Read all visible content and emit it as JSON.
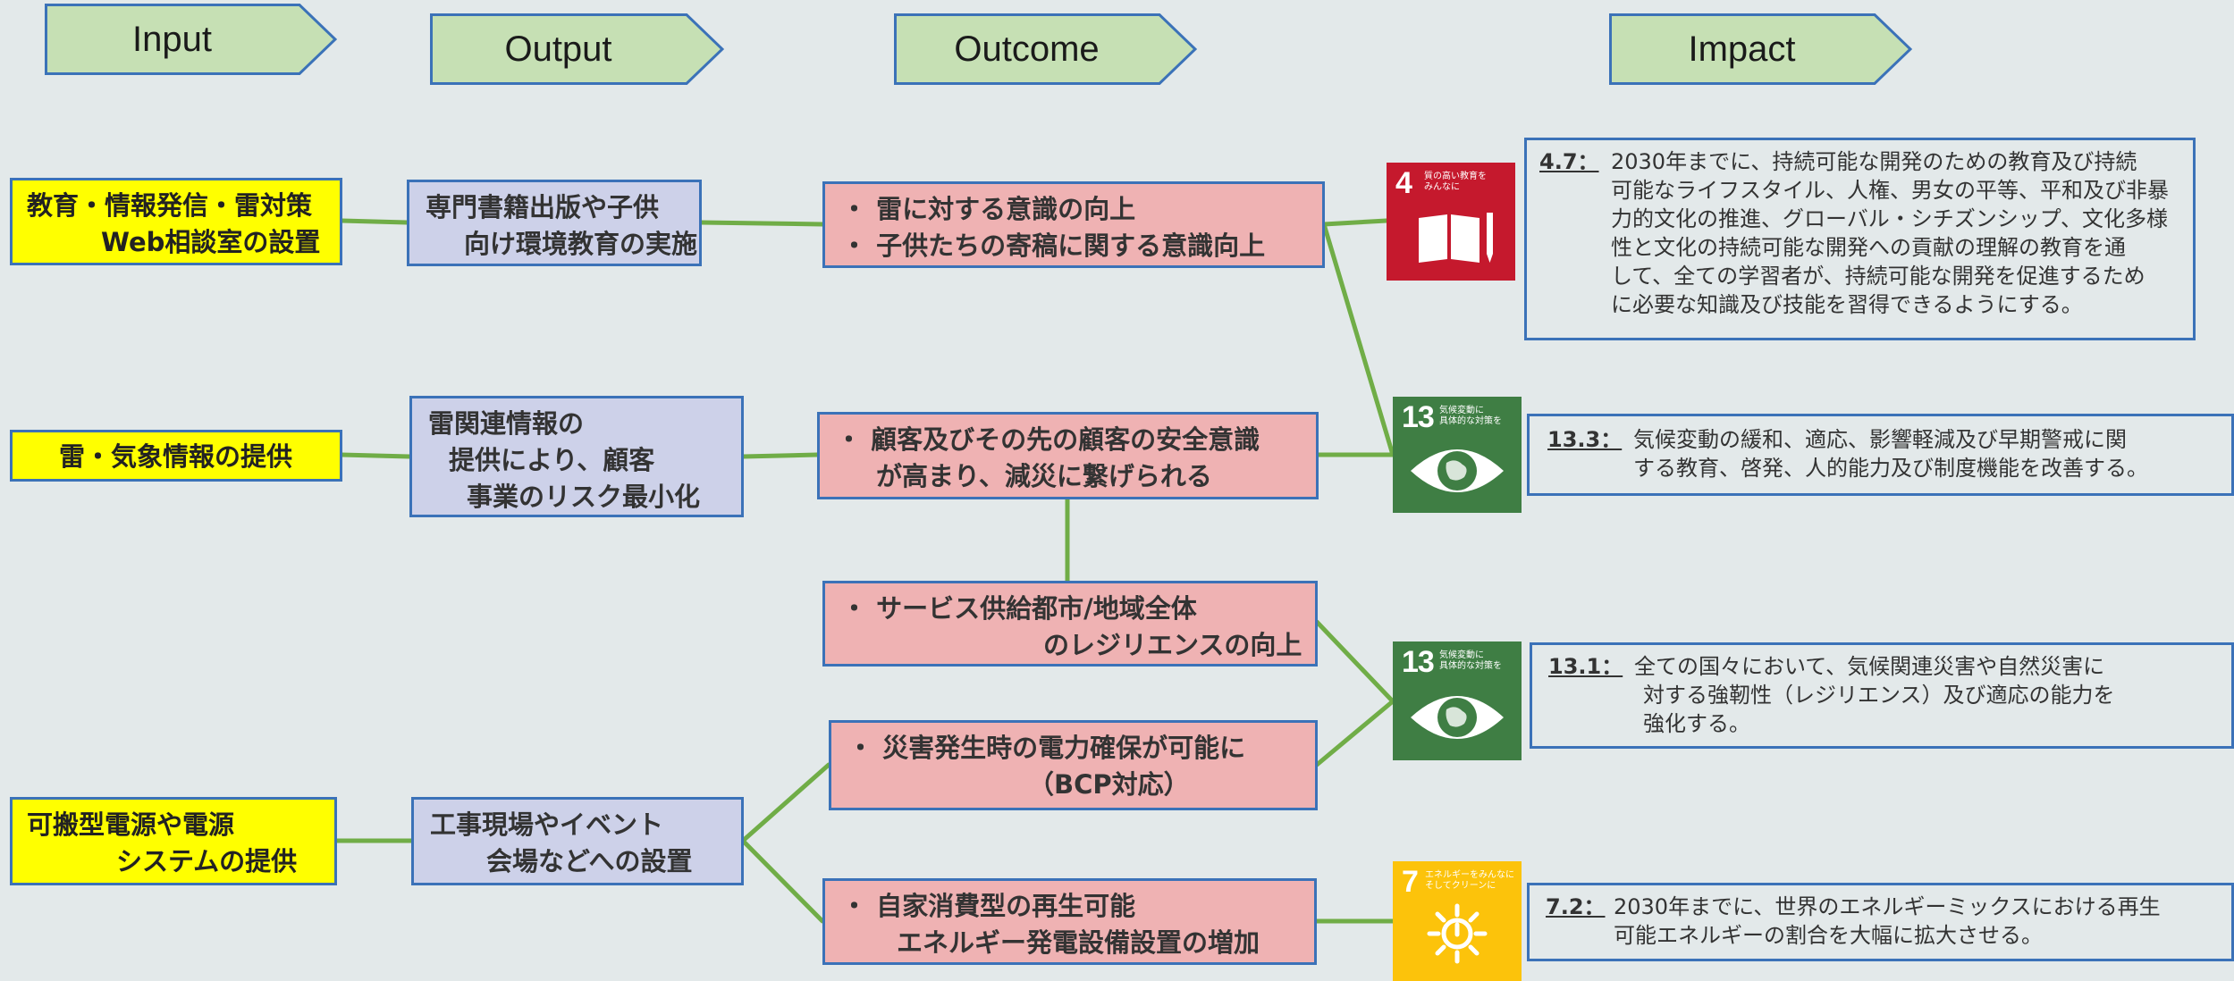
{
  "headers": {
    "input": "Input",
    "output": "Output",
    "outcome": "Outcome",
    "impact": "Impact"
  },
  "inputs": [
    {
      "lines": [
        "教育・情報発信・雷対策",
        "Web相談室の設置"
      ]
    },
    {
      "lines": [
        "雷・気象情報の提供"
      ]
    },
    {
      "lines": [
        "可搬型電源や電源",
        "システムの提供"
      ]
    }
  ],
  "outputs": [
    {
      "lines": [
        "専門書籍出版や子供",
        "向け環境教育の実施"
      ]
    },
    {
      "lines": [
        "雷関連情報の",
        "提供により、顧客",
        "事業のリスク最小化"
      ]
    },
    {
      "lines": [
        "工事現場やイベント",
        "会場などへの設置"
      ]
    }
  ],
  "outcomes": [
    {
      "lines": [
        "・ 雷に対する意識の向上",
        "・ 子供たちの寄稿に関する意識向上"
      ]
    },
    {
      "lines": [
        "・ 顧客及びその先の顧客の安全意識",
        "が高まり、減災に繋げられる"
      ]
    },
    {
      "lines": [
        "・ サービス供給都市/地域全体",
        "のレジリエンスの向上"
      ]
    },
    {
      "lines": [
        "・ 災害発生時の電力確保が可能に",
        "（BCP対応）"
      ]
    },
    {
      "lines": [
        "・ 自家消費型の再生可能",
        "エネルギー発電設備設置の増加"
      ]
    }
  ],
  "sdgs": [
    {
      "number": "4",
      "title": "質の高い教育を\nみんなに",
      "color": "#c5192d",
      "icon": "book-pencil-icon"
    },
    {
      "number": "13",
      "title": "気候変動に\n具体的な対策を",
      "color": "#3f7e44",
      "icon": "earth-eye-icon"
    },
    {
      "number": "13",
      "title": "気候変動に\n具体的な対策を",
      "color": "#3f7e44",
      "icon": "earth-eye-icon"
    },
    {
      "number": "7",
      "title": "エネルギーをみんなに\nそしてクリーンに",
      "color": "#fcc30b",
      "icon": "sun-power-icon"
    }
  ],
  "impacts": [
    {
      "target": "4.7：",
      "lines": [
        "2030年までに、持続可能な開発のための教育及び持続",
        "可能なライフスタイル、人権、男女の平等、平和及び非暴",
        "力的文化の推進、グローバル・シチズンシップ、文化多様",
        "性と文化の持続可能な開発への貢献の理解の教育を通",
        "して、全ての学習者が、持続可能な開発を促進するため",
        "に必要な知識及び技能を習得できるようにする。"
      ]
    },
    {
      "target": "13.3：",
      "lines": [
        "気候変動の緩和、適応、影響軽減及び早期警戒に関",
        "する教育、啓発、人的能力及び制度機能を改善する。"
      ]
    },
    {
      "target": "13.1：",
      "lines": [
        "全ての国々において、気候関連災害や自然災害に",
        "対する強靭性（レジリエンス）及び適応の能力を",
        "強化する。"
      ]
    },
    {
      "target": "7.2：",
      "lines": [
        "2030年までに、世界のエネルギーミックスにおける再生",
        "可能エネルギーの割合を大幅に拡大させる。"
      ]
    }
  ],
  "colors": {
    "background": "#e3e9ea",
    "header_fill": "#c6e0b4",
    "box_border": "#3b72b8",
    "input_fill": "#ffff00",
    "output_fill": "#cdd1e9",
    "outcome_fill": "#efb2b3",
    "connector": "#70ad47"
  }
}
